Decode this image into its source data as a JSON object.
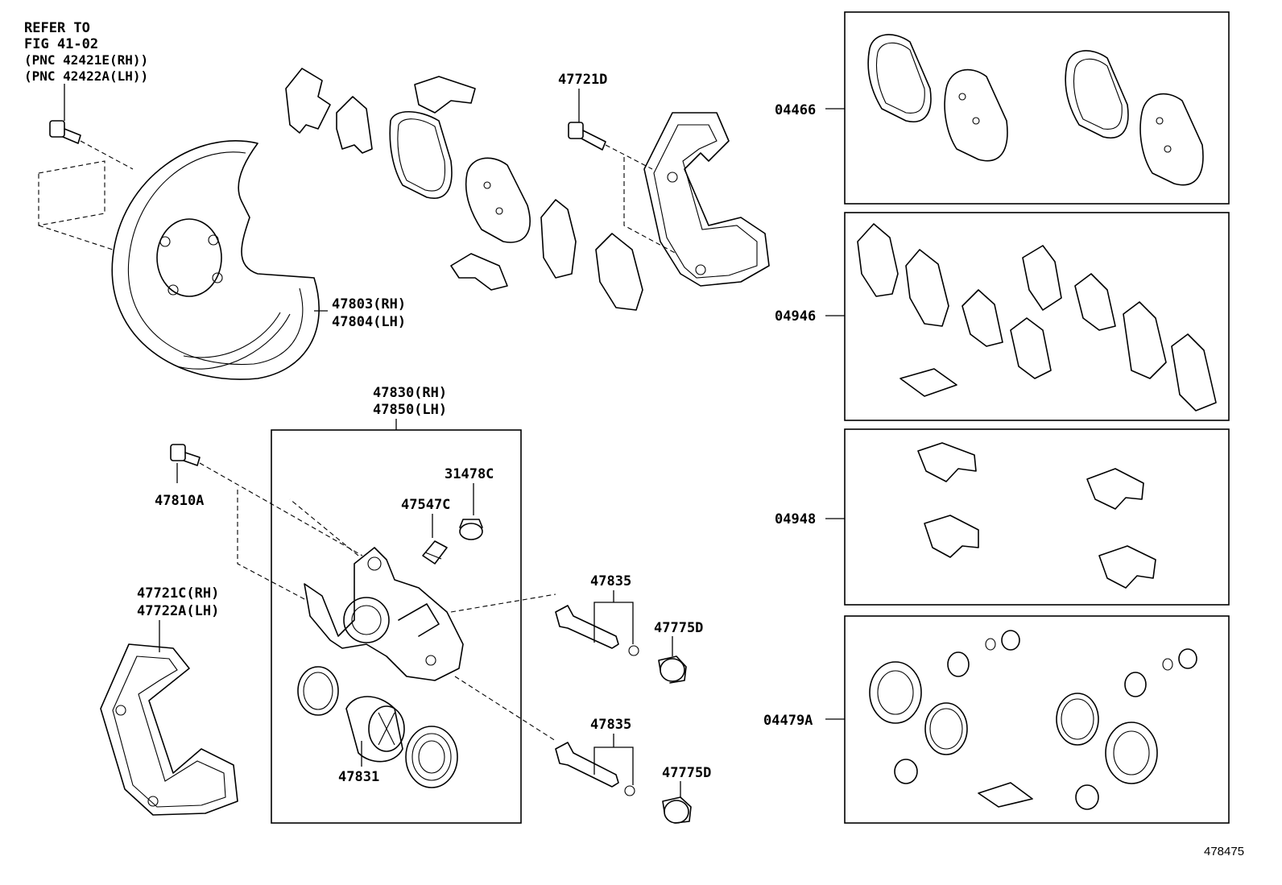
{
  "refer_note": {
    "line1": "REFER TO",
    "line2": "FIG 41-02",
    "line3": "(PNC 42421E(RH))",
    "line4": "(PNC 42422A(LH))"
  },
  "labels": {
    "p47803": "47803(RH)",
    "p47804": "47804(LH)",
    "p47721D": "47721D",
    "p47830": "47830(RH)",
    "p47850": "47850(LH)",
    "p47810A": "47810A",
    "p31478C": "31478C",
    "p47547C": "47547C",
    "p47721C": "47721C(RH)",
    "p47722A": "47722A(LH)",
    "p47835a": "47835",
    "p47775Da": "47775D",
    "p47835b": "47835",
    "p47775Db": "47775D",
    "p47831": "47831"
  },
  "kits": [
    {
      "code": "04466"
    },
    {
      "code": "04946"
    },
    {
      "code": "04948"
    },
    {
      "code": "04479A"
    }
  ],
  "figure_number": "478475"
}
